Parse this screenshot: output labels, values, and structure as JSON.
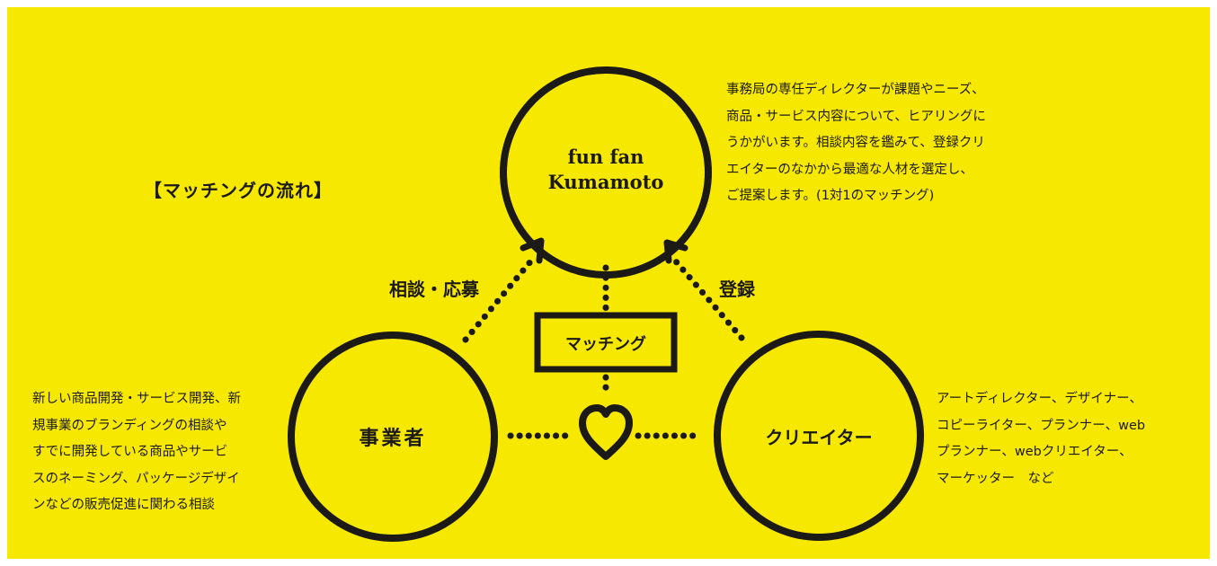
{
  "colors": {
    "background": "#f7e800",
    "ink": "#1c1a16"
  },
  "heading": "【マッチングの流れ】",
  "nodes": {
    "center_top": {
      "line1": "fun fan",
      "line2": "Kumamoto"
    },
    "left": "事業者",
    "right": "クリエイター"
  },
  "matching_box": "マッチング",
  "arrows": {
    "left_label": "相談・応募",
    "right_label": "登録"
  },
  "descriptions": {
    "top": "事務局の専任ディレクターが課題やニーズ、\n商品・サービス内容について、ヒアリングに\nうかがいます。相談内容を鑑みて、登録クリ\nエイターのなかから最適な人材を選定し、\nご提案します。(1対1のマッチング)",
    "left": "新しい商品開発・サービス開発、新\n規事業のブランディングの相談や\nすでに開発している商品やサービ\nスのネーミング、パッケージデザイ\nンなどの販売促進に関わる相談",
    "right": "アートディレクター、デザイナー、\nコピーライター、プランナー、web\nプランナー、webクリエイター、\nマーケッター　など"
  },
  "icons": {
    "heart": "heart-icon",
    "arrow_up_left": "arrow-up-icon",
    "arrow_up_right": "arrow-up-icon"
  }
}
